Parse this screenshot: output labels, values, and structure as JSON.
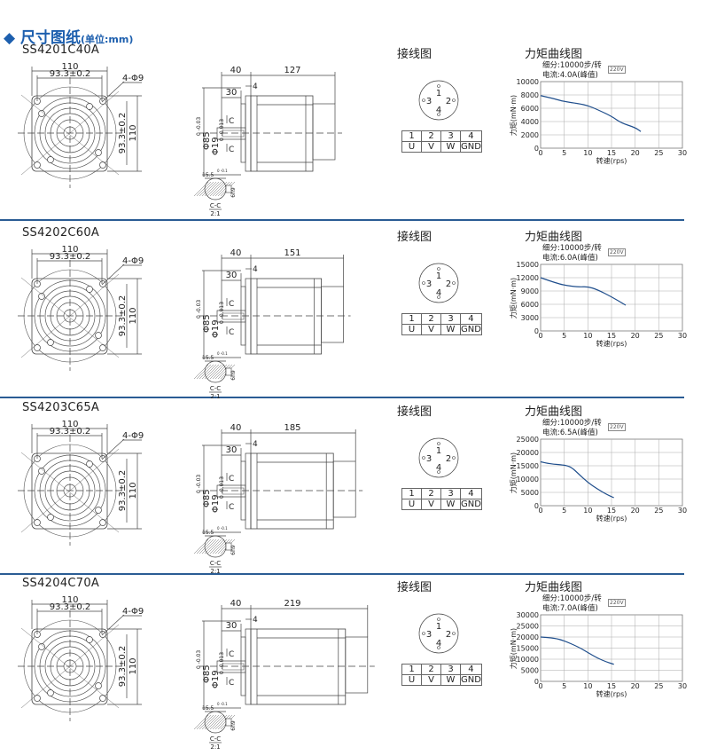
{
  "header": {
    "title": "尺寸图纸",
    "unit": "(单位:mm)",
    "accent": "#1d5fae"
  },
  "sections": [
    {
      "model": "SS4201C40A",
      "length": "127",
      "current": "电流:4.0A(峰值)",
      "yticks": [
        "10000",
        "8000",
        "6000",
        "4000",
        "2000",
        "0"
      ],
      "ymax": 10000
    },
    {
      "model": "SS4202C60A",
      "length": "151",
      "current": "电流:6.0A(峰值)",
      "yticks": [
        "15000",
        "12000",
        "9000",
        "6000",
        "3000",
        "0"
      ],
      "ymax": 15000
    },
    {
      "model": "SS4203C65A",
      "length": "185",
      "current": "电流:6.5A(峰值)",
      "yticks": [
        "25000",
        "20000",
        "15000",
        "10000",
        "5000",
        "0"
      ],
      "ymax": 25000
    },
    {
      "model": "SS4204C70A",
      "length": "219",
      "current": "电流:7.0A(峰值)",
      "yticks": [
        "30000",
        "25000",
        "20000",
        "15000",
        "10000",
        "5000",
        "0"
      ],
      "ymax": 30000
    }
  ],
  "common": {
    "front": {
      "width": "110",
      "pitch": "93.3±0.2",
      "holes": "4-Φ9"
    },
    "side": {
      "pilot_len": "40",
      "flange": "4",
      "shaft_len": "30",
      "pilot_dia": "Φ85",
      "pilot_tol": "0 -0.03",
      "shaft_dia": "Φ19",
      "shaft_tol": "0 -0.013",
      "cut_mark": "C",
      "key_depth": "15.5",
      "key_tol": "0 -0.1",
      "key_width": "6h9",
      "section_label": "C-C",
      "scale": "2:1"
    },
    "wiring": {
      "title": "接线图",
      "pins": [
        "1",
        "2",
        "3",
        "4"
      ],
      "signals": [
        "U",
        "V",
        "W",
        "GND"
      ]
    },
    "chart": {
      "title": "力矩曲线图",
      "subdivision": "细分:10000步/转",
      "legend": "220V",
      "ylabel": "力矩(mN·m)",
      "xlabel": "转速(rps)",
      "xticks": [
        "0",
        "5",
        "10",
        "15",
        "20",
        "25",
        "30"
      ]
    }
  },
  "chart_data": [
    {
      "type": "line",
      "title": "力矩曲线图",
      "xlabel": "转速(rps)",
      "ylabel": "力矩(mN·m)",
      "xlim": [
        0,
        30
      ],
      "ylim": [
        0,
        10000
      ],
      "series": [
        {
          "name": "220V",
          "x": [
            0,
            3,
            5,
            8,
            10,
            12,
            15,
            17,
            20,
            21.2
          ],
          "y": [
            7900,
            7400,
            7000,
            6700,
            6400,
            5800,
            4800,
            3800,
            3100,
            2500
          ]
        }
      ]
    },
    {
      "type": "line",
      "title": "力矩曲线图",
      "xlabel": "转速(rps)",
      "ylabel": "力矩(mN·m)",
      "xlim": [
        0,
        30
      ],
      "ylim": [
        0,
        15000
      ],
      "series": [
        {
          "name": "220V",
          "x": [
            0,
            3,
            5,
            8,
            10,
            12,
            15,
            18
          ],
          "y": [
            12000,
            10900,
            10300,
            9900,
            10000,
            9300,
            7700,
            5800
          ]
        }
      ]
    },
    {
      "type": "line",
      "title": "力矩曲线图",
      "xlabel": "转速(rps)",
      "ylabel": "力矩(mN·m)",
      "xlim": [
        0,
        30
      ],
      "ylim": [
        0,
        25000
      ],
      "series": [
        {
          "name": "220V",
          "x": [
            0,
            2,
            5,
            6.5,
            8,
            10,
            12,
            14,
            15.5
          ],
          "y": [
            16500,
            15700,
            15300,
            14500,
            12000,
            8700,
            6300,
            4200,
            3000
          ]
        }
      ]
    },
    {
      "type": "line",
      "title": "力矩曲线图",
      "xlabel": "转速(rps)",
      "ylabel": "力矩(mN·m)",
      "xlim": [
        0,
        30
      ],
      "ylim": [
        0,
        30000
      ],
      "series": [
        {
          "name": "220V",
          "x": [
            0,
            3,
            5,
            8,
            10,
            12,
            14,
            15.5
          ],
          "y": [
            20000,
            19500,
            18300,
            15500,
            13000,
            10500,
            8700,
            7700
          ]
        }
      ]
    }
  ]
}
